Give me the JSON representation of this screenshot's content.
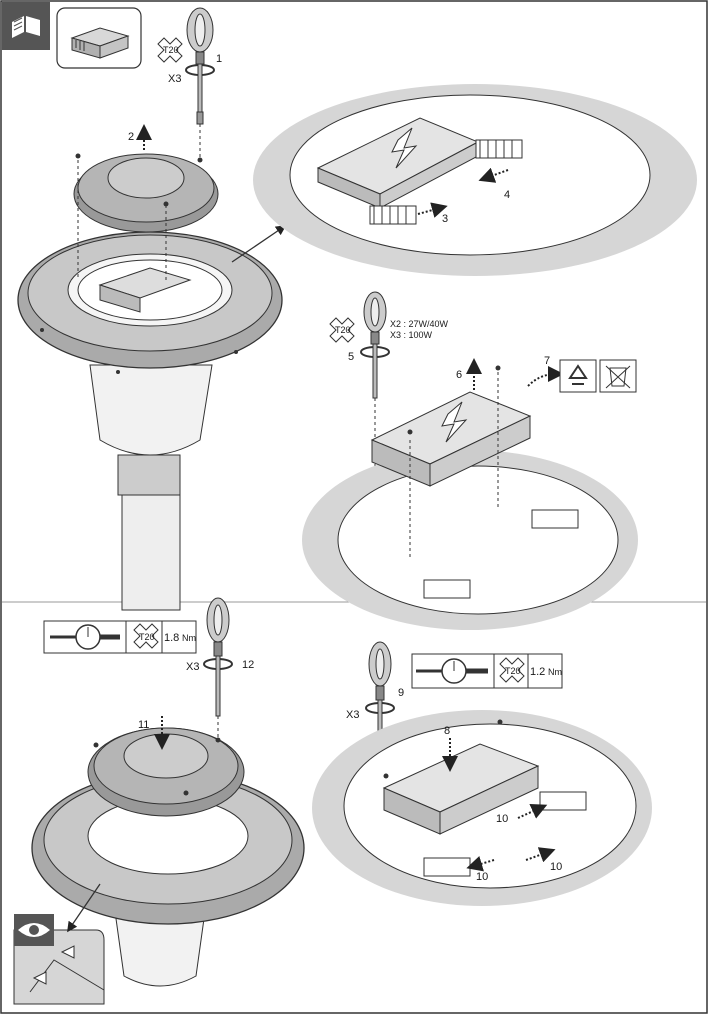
{
  "steps": {
    "s1": "1",
    "s2": "2",
    "s3": "3",
    "s4": "4",
    "s5": "5",
    "s6": "6",
    "s7": "7",
    "s8": "8",
    "s9": "9",
    "s10a": "10",
    "s10b": "10",
    "s10c": "10",
    "s11": "11",
    "s12": "12"
  },
  "quantities": {
    "top": "X3",
    "mid_line1": "X2 : 27W/40W",
    "mid_line2": "X3 : 100W",
    "bottom_left": "X3",
    "bottom_right": "X3"
  },
  "tool": {
    "bit_top": "T20",
    "bit_mid": "T20",
    "bit_left": "T20",
    "bit_right": "T20"
  },
  "torque": {
    "left": "1.8",
    "left_unit": "Nm",
    "right": "1.2",
    "right_unit": "Nm"
  },
  "icons": {
    "corner": "hand-holding-document-icon",
    "gear_box": "control-gear-icon",
    "recycle": "recycle-icon",
    "weee": "crossed-out-bin-icon",
    "eye": "eye-inspection-icon",
    "wrench_gauge": "torque-gauge-icon"
  }
}
